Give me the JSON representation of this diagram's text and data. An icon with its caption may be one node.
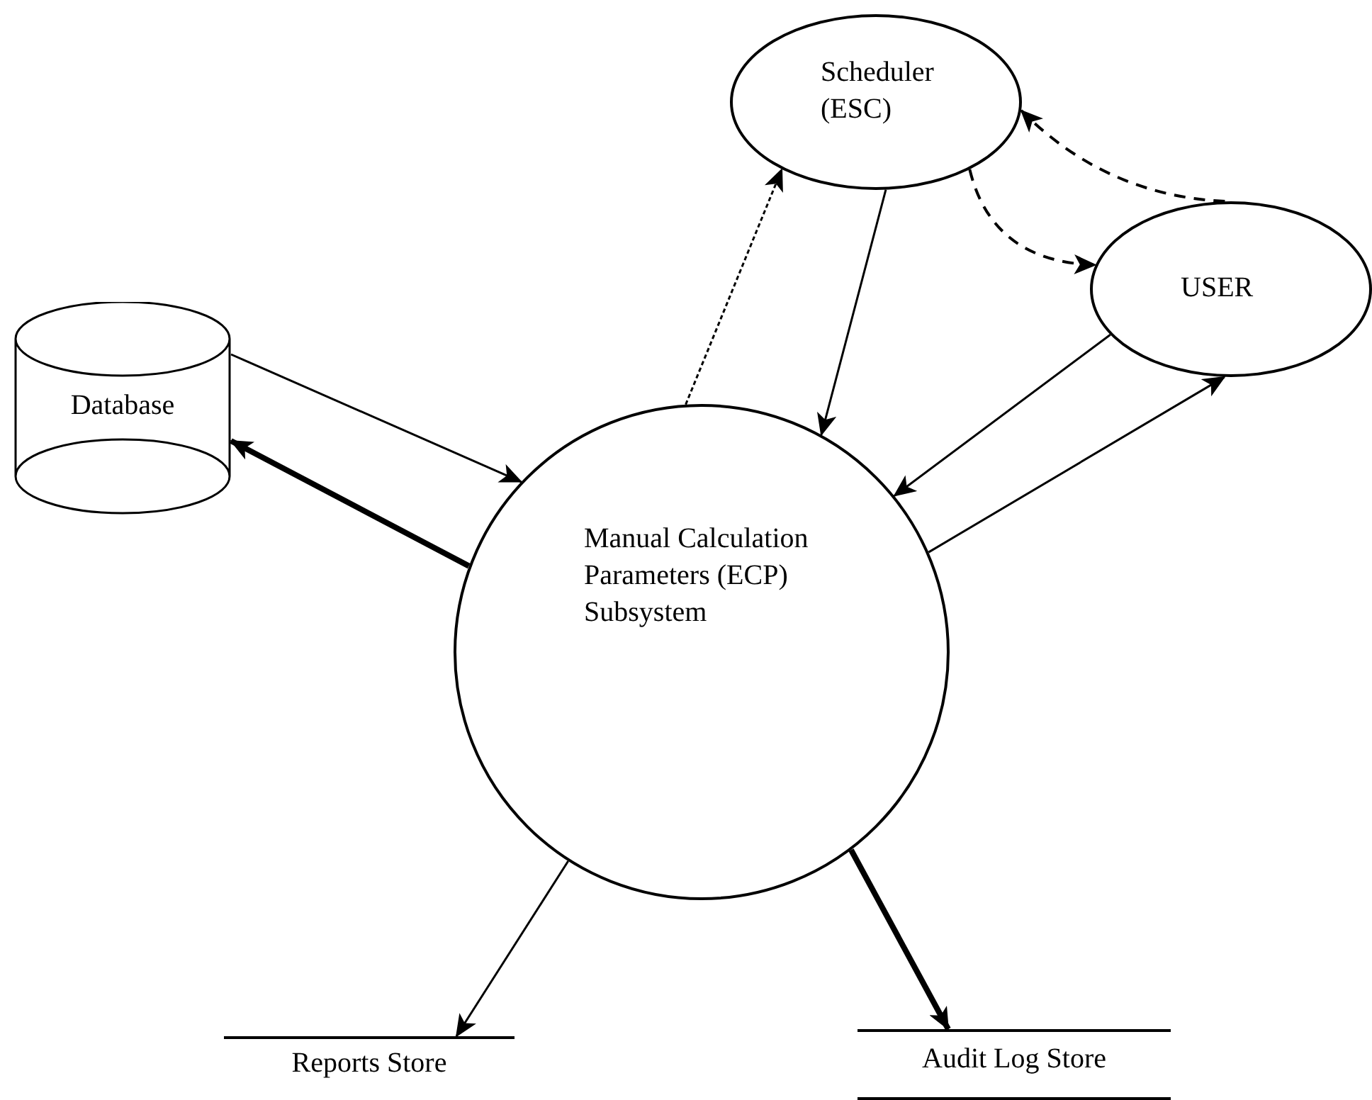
{
  "diagram": {
    "nodes": [
      {
        "text": [
          "Scheduler (ESC)"
        ]
      },
      {
        "text": [
          "USER"
        ]
      },
      {
        "text": [
          "Database"
        ]
      },
      {
        "text": [
          "Manual Calculation Parameters (ECP) Subsystem"
        ]
      },
      {
        "text": [
          "Reports Store"
        ]
      },
      {
        "text": [
          "Audit Log Store"
        ]
      }
    ],
    "edges": [
      {
        "from": 3,
        "to": 0,
        "arrow": "to",
        "style": "dashed"
      },
      {
        "from": 0,
        "to": 3,
        "arrow": "to"
      },
      {
        "from": 0,
        "to": 1,
        "arrow": "to",
        "style": "dashed"
      },
      {
        "from": 1,
        "to": 0,
        "arrow": "to",
        "style": "dashed"
      },
      {
        "from": 1,
        "to": 3,
        "arrow": "to"
      },
      {
        "from": 3,
        "to": 1,
        "arrow": "to"
      },
      {
        "from": 2,
        "to": 3,
        "arrow": "to"
      },
      {
        "from": 3,
        "to": 2,
        "arrow": "to",
        "style": "thick"
      },
      {
        "from": 3,
        "to": 4,
        "arrow": "to"
      },
      {
        "from": 3,
        "to": 5,
        "arrow": "to",
        "style": "thick"
      }
    ]
  }
}
